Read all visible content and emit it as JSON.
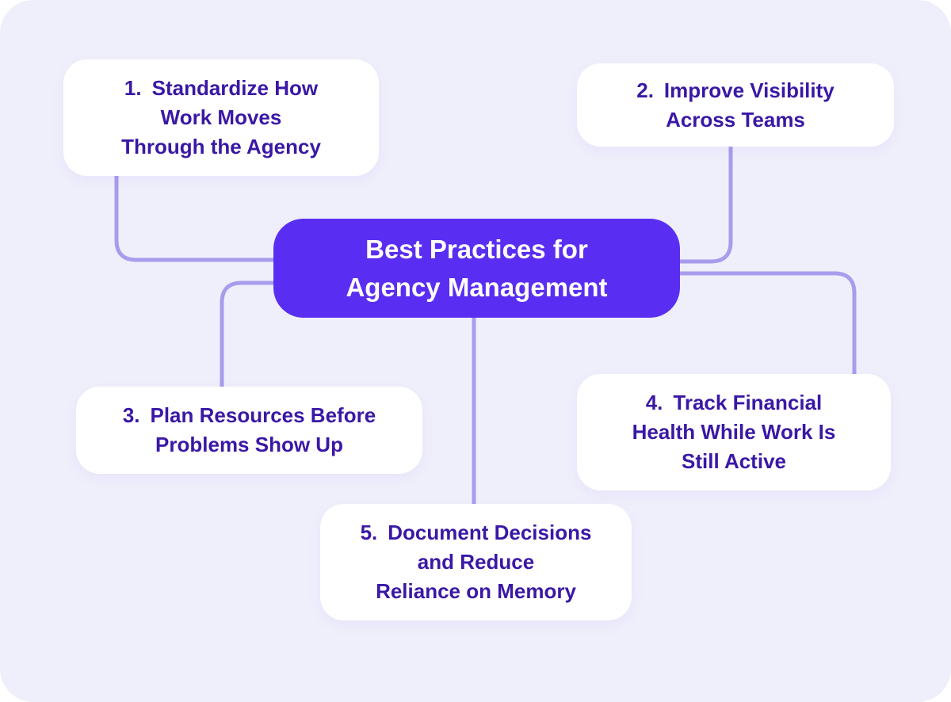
{
  "colors": {
    "background": "#efeffb",
    "page": "#ffffff",
    "node_bg": "#ffffff",
    "node_text": "#3a18a5",
    "center_bg": "#5a2ef2",
    "center_text": "#ffffff",
    "connector": "#a89ced"
  },
  "mindmap": {
    "center": {
      "label": "Best Practices for\nAgency Management"
    },
    "nodes": [
      {
        "number": "1.",
        "label": "1. Standardize How\nWork Moves\nThrough the Agency"
      },
      {
        "number": "2.",
        "label": "2. Improve Visibility\nAcross Teams"
      },
      {
        "number": "3.",
        "label": "3. Plan Resources Before\nProblems Show Up"
      },
      {
        "number": "4.",
        "label": "4. Track Financial\nHealth While Work Is\nStill Active"
      },
      {
        "number": "5.",
        "label": "5. Document Decisions\nand Reduce\nReliance on Memory"
      }
    ]
  }
}
